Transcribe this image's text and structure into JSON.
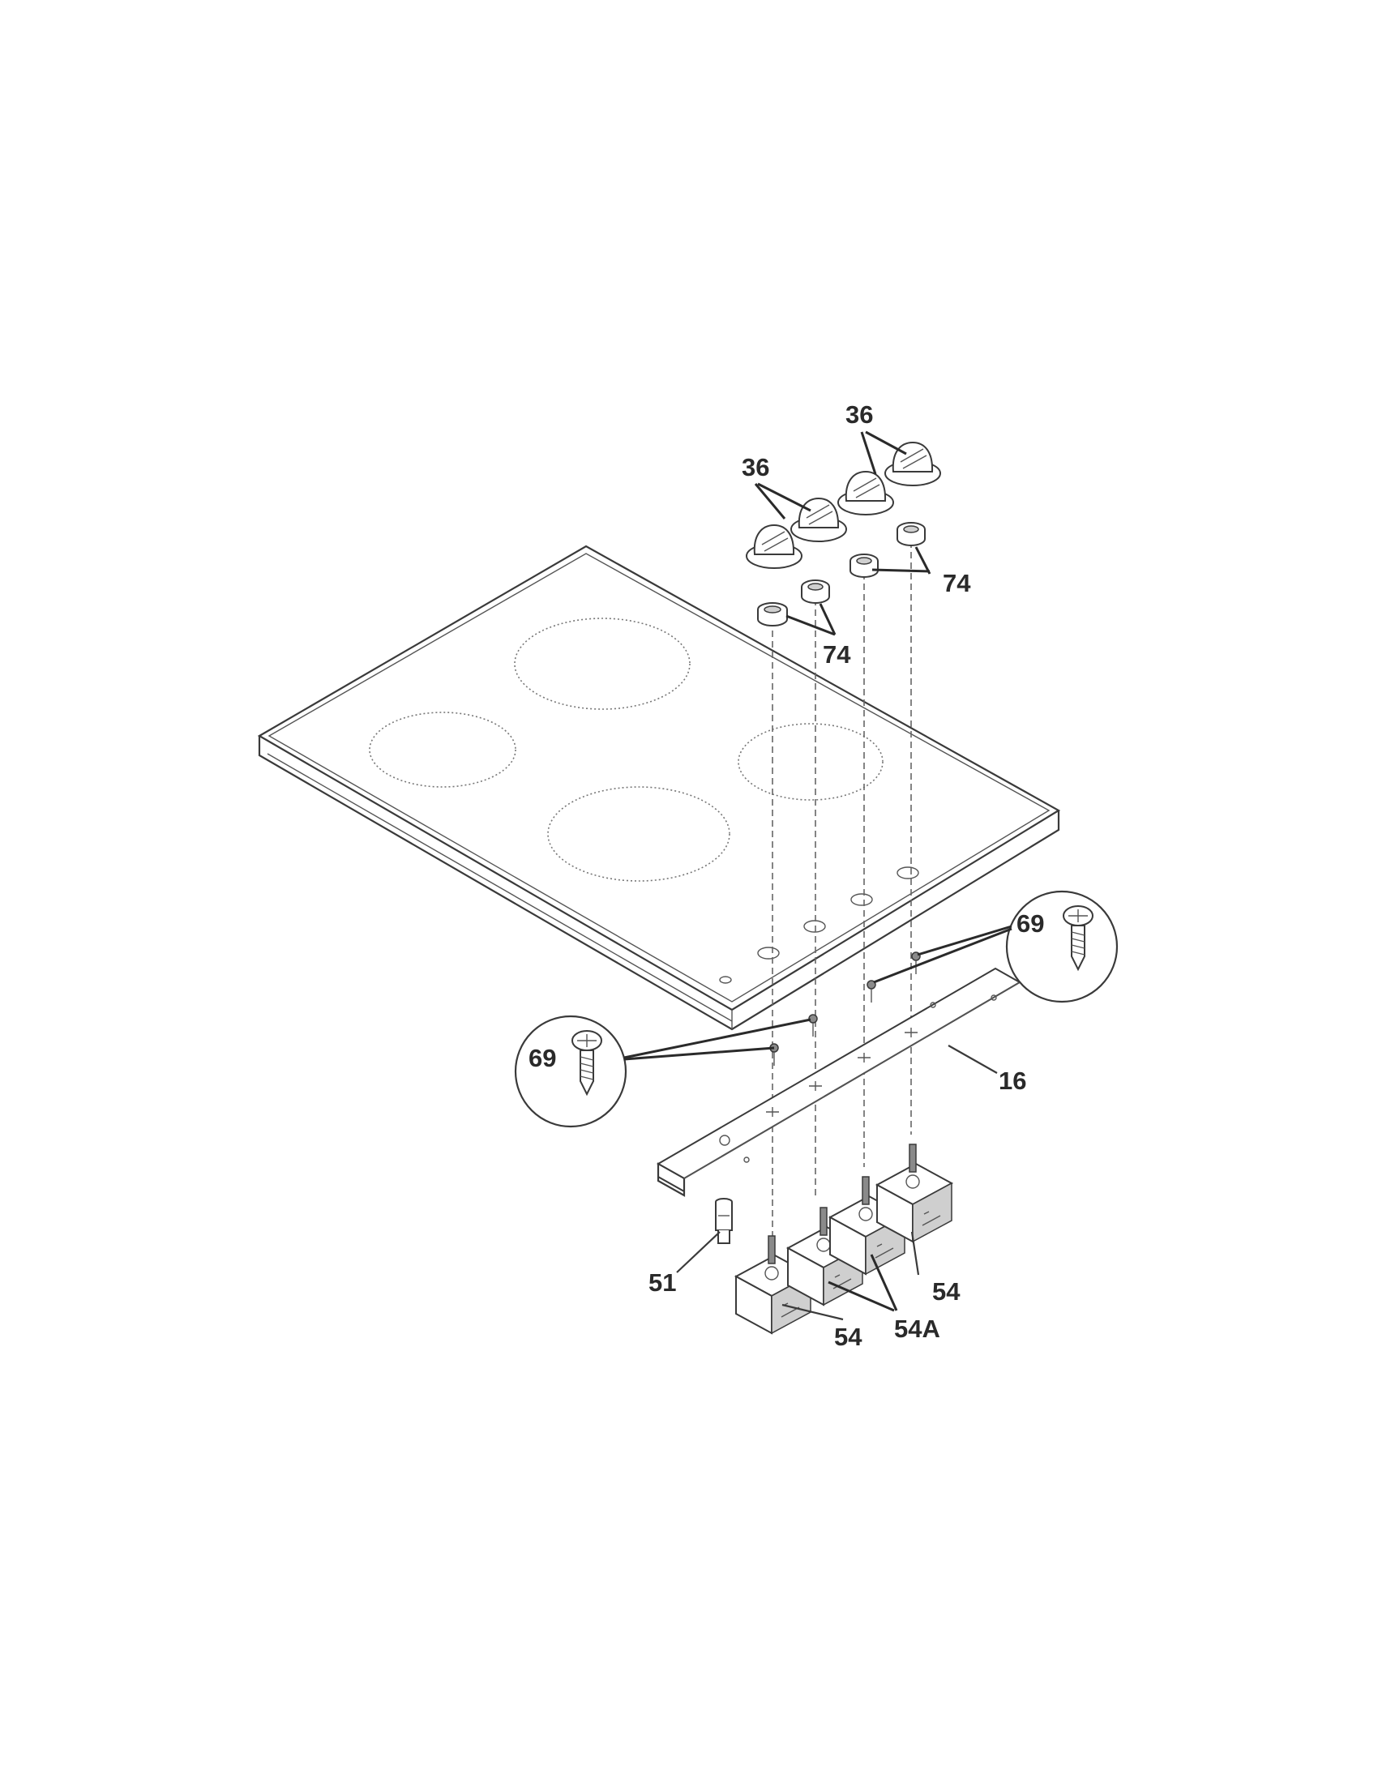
{
  "diagram": {
    "callouts": {
      "knobs_rear": "36",
      "knobs_front": "36",
      "bezels_rear": "74",
      "bezels_front": "74",
      "screw_right": "69",
      "screw_left": "69",
      "bracket": "16",
      "indicator_light": "51",
      "switch_front": "54",
      "switches_middle": "54A",
      "switch_rear": "54"
    }
  }
}
